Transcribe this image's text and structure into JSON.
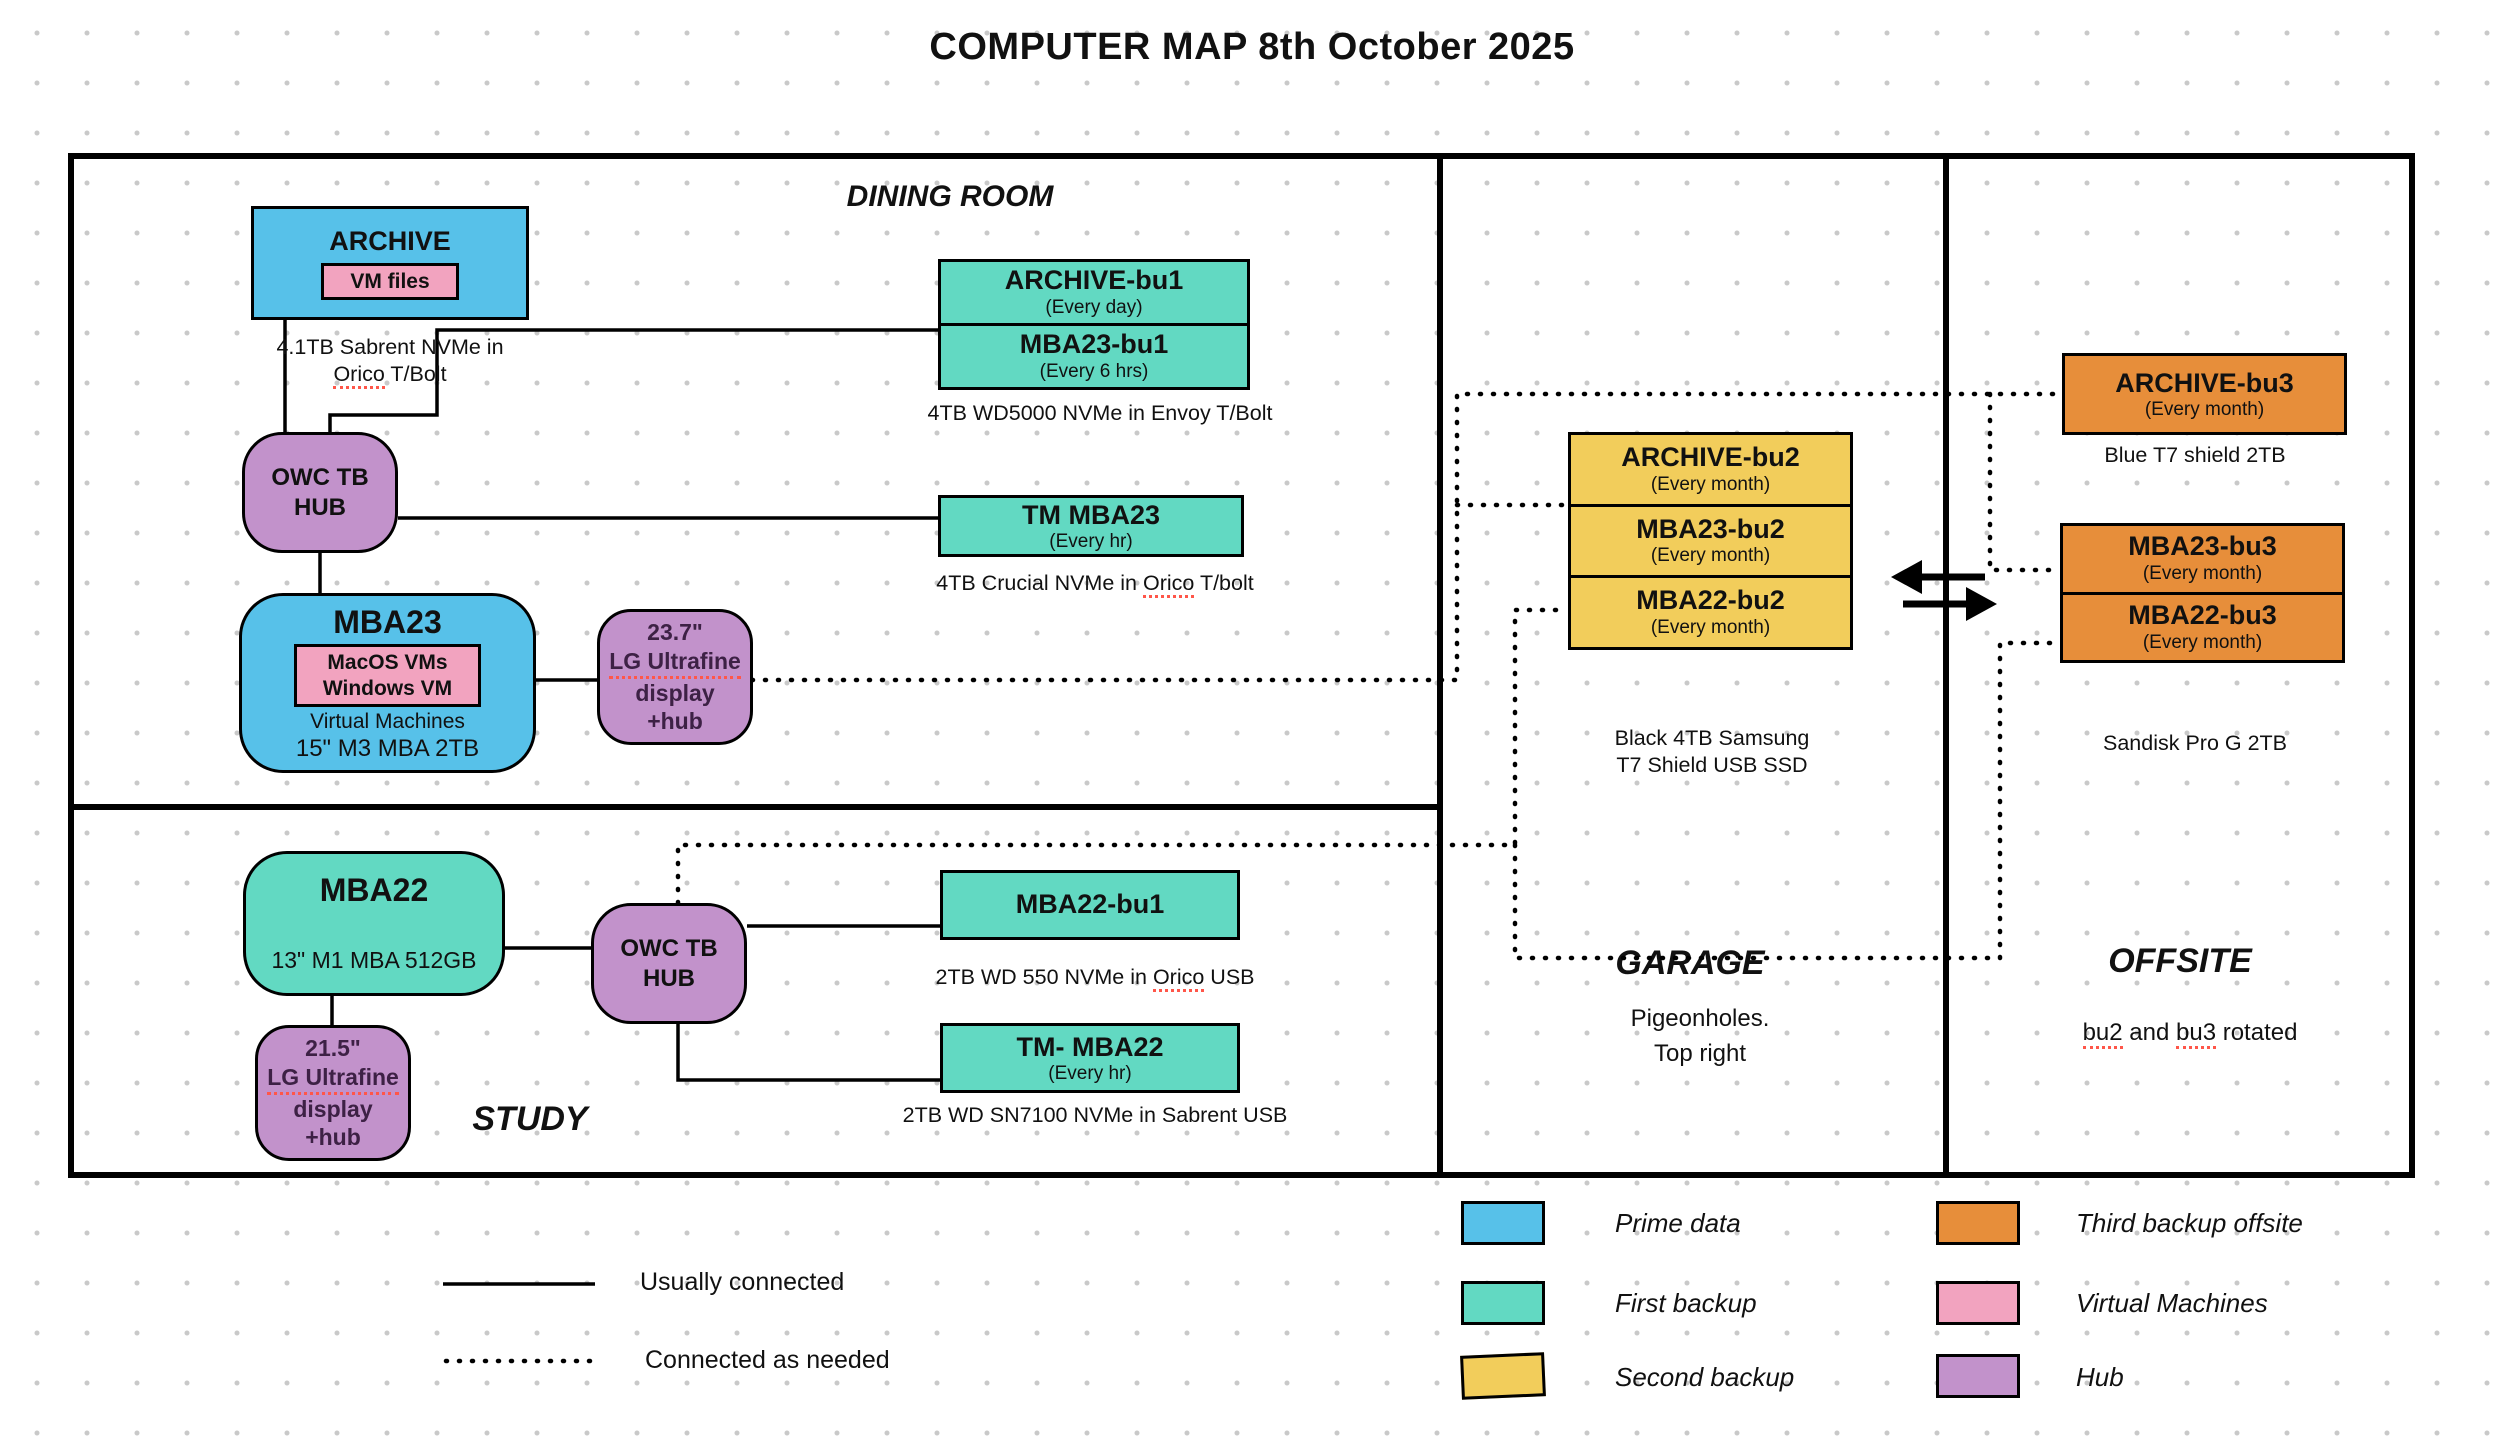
{
  "title": "COMPUTER MAP 8th October 2025",
  "rooms": {
    "dining": "DINING ROOM",
    "study": "STUDY",
    "garage": "GARAGE",
    "offsite": "OFFSITE",
    "garage_note1": "Pigeonholes.",
    "garage_note2": "Top right",
    "offsite_note_bu2": "bu2",
    "offsite_note_and": " and ",
    "offsite_note_bu3": "bu3",
    "offsite_note_rest": " rotated"
  },
  "nodes": {
    "archive": {
      "title": "ARCHIVE",
      "vm": "VM files",
      "cap1": "4.1TB Sabrent NVMe in",
      "cap2_orico": "Orico",
      "cap2_rest": " T/Bolt"
    },
    "archive_bu1": {
      "title": "ARCHIVE-bu1",
      "sub": "(Every day)"
    },
    "mba23_bu1": {
      "title": "MBA23-bu1",
      "sub": "(Every 6 hrs)"
    },
    "bu1_caption": "4TB WD5000 NVMe in Envoy T/Bolt",
    "hub_dining": {
      "l1": "OWC TB",
      "l2": "HUB"
    },
    "tm_mba23": {
      "title": "TM MBA23",
      "sub": "(Every hr)",
      "cap_a": "4TB Crucial NVMe in ",
      "cap_orico": "Orico",
      "cap_b": " T/bolt"
    },
    "mba23": {
      "title": "MBA23",
      "vm1": "MacOS VMs",
      "vm2": "Windows VM",
      "note": "Virtual Machines",
      "spec": "15\" M3 MBA 2TB"
    },
    "lg_dining": {
      "l1": "23.7\"",
      "l2": "LG Ultrafine",
      "l3": "display",
      "l4": "+hub"
    },
    "mba22": {
      "title": "MBA22",
      "spec": "13\" M1 MBA 512GB"
    },
    "lg_study": {
      "l1": "21.5\"",
      "l2": "LG Ultrafine",
      "l3": "display",
      "l4": "+hub"
    },
    "hub_study": {
      "l1": "OWC TB",
      "l2": "HUB"
    },
    "mba22_bu1": {
      "title": "MBA22-bu1",
      "cap_a": "2TB WD 550 NVMe in ",
      "cap_orico": "Orico",
      "cap_b": " USB"
    },
    "tm_mba22": {
      "title": "TM- MBA22",
      "sub": "(Every hr)",
      "cap": "2TB WD SN7100 NVMe in Sabrent USB"
    },
    "archive_bu2": {
      "title": "ARCHIVE-bu2",
      "sub": "(Every month)"
    },
    "mba23_bu2": {
      "title": "MBA23-bu2",
      "sub": "(Every month)"
    },
    "mba22_bu2": {
      "title": "MBA22-bu2",
      "sub": "(Every month)"
    },
    "bu2_caption1": "Black 4TB Samsung",
    "bu2_caption2": "T7 Shield USB SSD",
    "archive_bu3": {
      "title": "ARCHIVE-bu3",
      "sub": "(Every month)",
      "cap": "Blue T7 shield 2TB"
    },
    "mba23_bu3": {
      "title": "MBA23-bu3",
      "sub": "(Every month)"
    },
    "mba22_bu3": {
      "title": "MBA22-bu3",
      "sub": "(Every month)"
    },
    "bu3_caption": "Sandisk Pro G 2TB"
  },
  "legend": {
    "usually": "Usually connected",
    "as_needed": "Connected as needed",
    "prime": "Prime data",
    "first": "First backup",
    "second": "Second backup",
    "third": "Third backup offsite",
    "vm": "Virtual Machines",
    "hub": "Hub"
  },
  "colors": {
    "prime": "#57C1E9",
    "first": "#62D9C2",
    "second": "#F2CD5B",
    "third": "#E78E3A",
    "vm": "#F2A3BF",
    "hub": "#C292CB"
  }
}
